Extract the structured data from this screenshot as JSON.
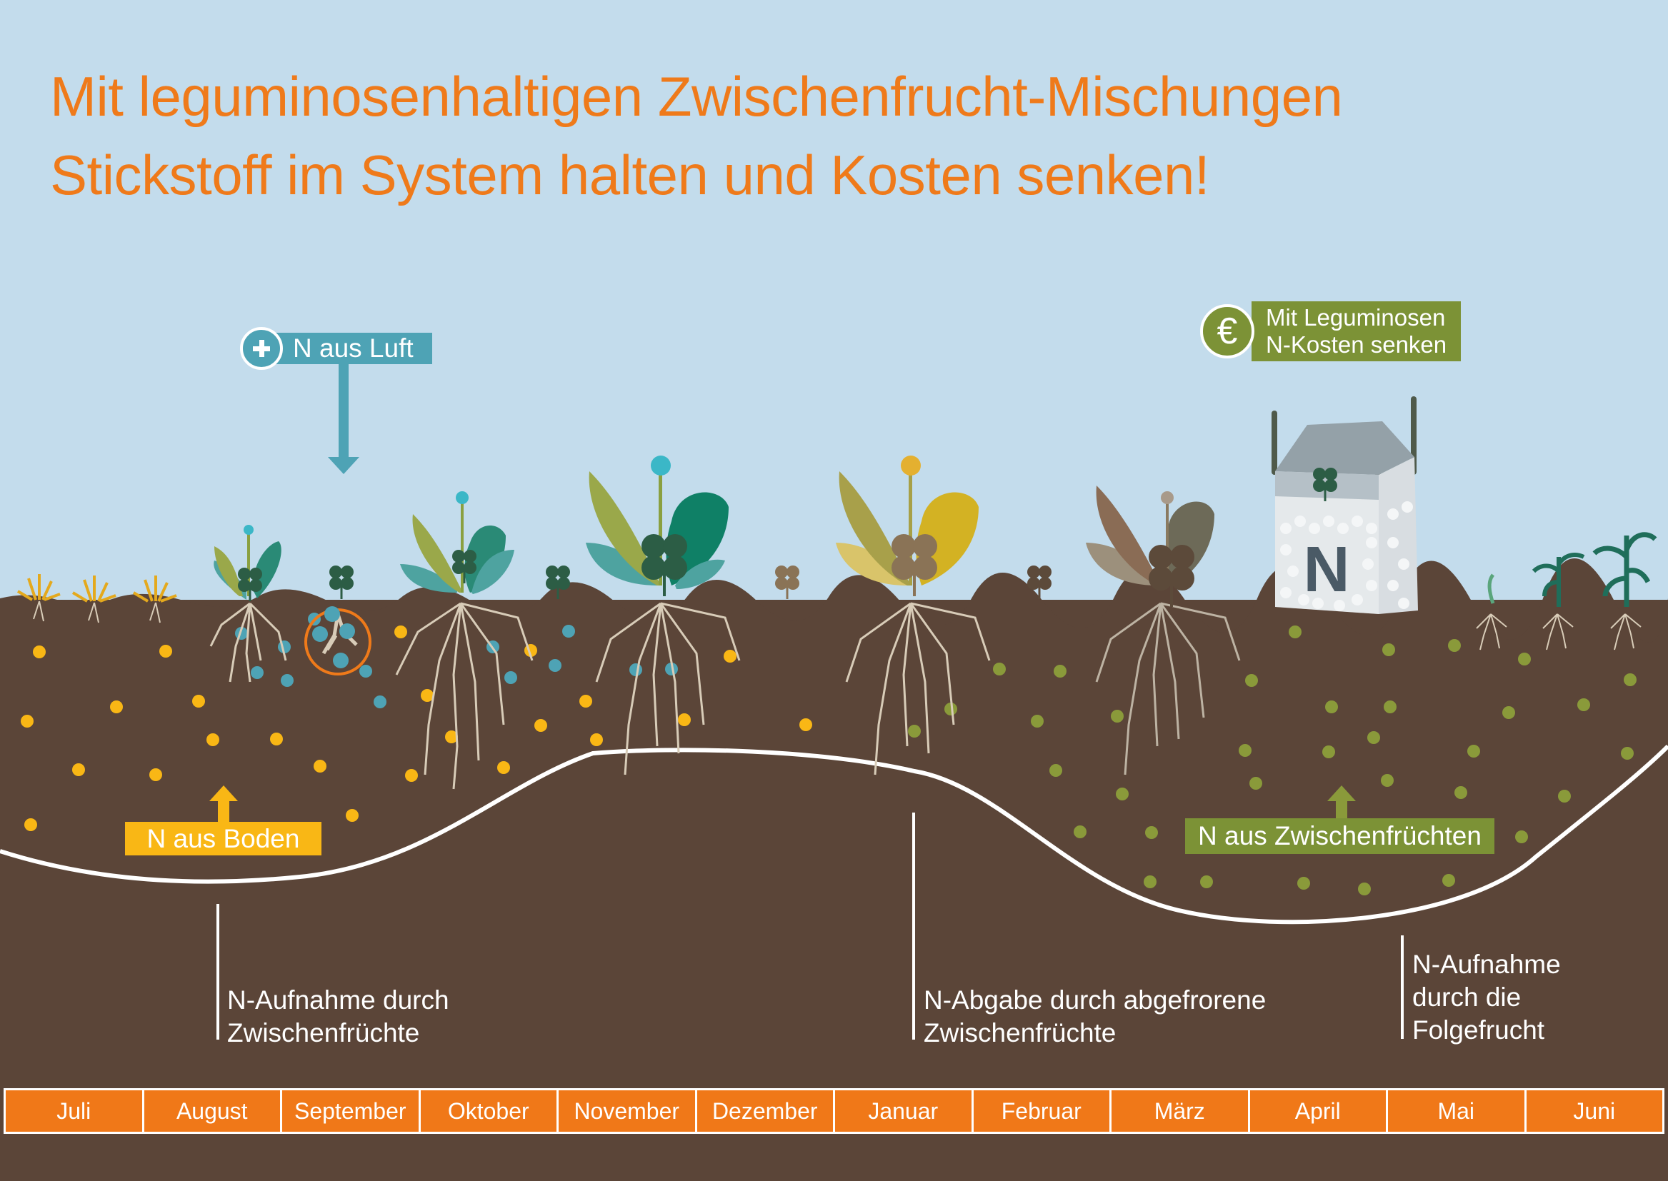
{
  "title": {
    "line1": "Mit leguminosenhaltigen Zwischenfrucht-Mischungen",
    "line2": "Stickstoff im System halten und Kosten senken!"
  },
  "labels": {
    "air": {
      "icon": "plus-icon",
      "text": "N aus Luft"
    },
    "soil": {
      "text": "N aus Boden"
    },
    "catch_crops": {
      "text": "N aus Zwischenfrüchten"
    },
    "cost": {
      "icon": "euro-icon",
      "line1": "Mit Leguminosen",
      "line2": "N-Kosten senken"
    },
    "bag_letter": "N"
  },
  "notes": {
    "uptake_catch": {
      "line1": "N-Aufnahme durch",
      "line2": "Zwischenfrüchte"
    },
    "release": {
      "line1": "N-Abgabe durch abgefrorene",
      "line2": "Zwischenfrüchte"
    },
    "uptake_follow": {
      "line1": "N-Aufnahme",
      "line2": "durch die",
      "line3": "Folgefrucht"
    }
  },
  "months": [
    "Juli",
    "August",
    "September",
    "Oktober",
    "November",
    "Dezember",
    "Januar",
    "Februar",
    "März",
    "April",
    "Mai",
    "Juni"
  ],
  "colors": {
    "sky": "#c3dcec",
    "soil": "#5b4538",
    "accent": "#ef7a1a",
    "n_soil": "#f9b715",
    "n_air": "#4ea3b5",
    "n_catch": "#8a9a3a",
    "month_bar": "#f07818"
  }
}
